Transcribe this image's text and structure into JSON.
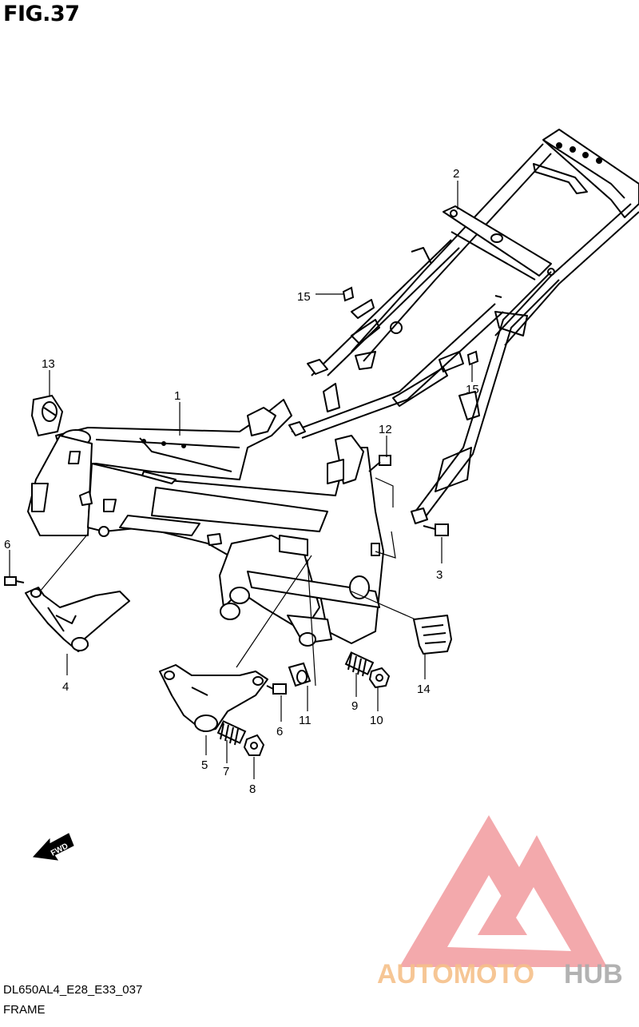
{
  "figure": {
    "title": "FIG.37",
    "diagram_code": "DL650AL4_E28_E33_037",
    "section_name": "FRAME"
  },
  "callouts": [
    {
      "id": "c1",
      "label": "1"
    },
    {
      "id": "c2",
      "label": "2"
    },
    {
      "id": "c3",
      "label": "3"
    },
    {
      "id": "c4",
      "label": "4"
    },
    {
      "id": "c5",
      "label": "5"
    },
    {
      "id": "c6a",
      "label": "6"
    },
    {
      "id": "c6b",
      "label": "6"
    },
    {
      "id": "c7",
      "label": "7"
    },
    {
      "id": "c8",
      "label": "8"
    },
    {
      "id": "c9",
      "label": "9"
    },
    {
      "id": "c10",
      "label": "10"
    },
    {
      "id": "c11",
      "label": "11"
    },
    {
      "id": "c12",
      "label": "12"
    },
    {
      "id": "c13",
      "label": "13"
    },
    {
      "id": "c14",
      "label": "14"
    },
    {
      "id": "c15a",
      "label": "15"
    },
    {
      "id": "c15b",
      "label": "15"
    }
  ],
  "direction_arrow": {
    "label": "FWD"
  },
  "watermark": {
    "brand_part1": "AUTOMOTO",
    "brand_part2": "HUB",
    "colors": {
      "triangle": "#f2a0a4",
      "part1": "#f6c08a",
      "part2": "#aaaaaa"
    }
  },
  "colors": {
    "line": "#000000",
    "background": "#ffffff"
  }
}
